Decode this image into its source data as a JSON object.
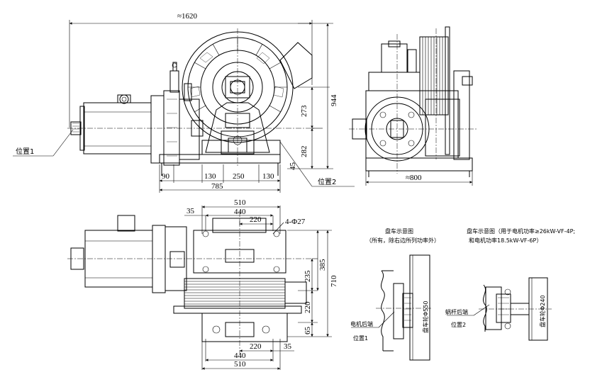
{
  "top_front": {
    "overall_width": "≈1620",
    "height_total": "944",
    "height_axis": "273",
    "height_base": "282",
    "base_45": "45",
    "dim_90": "90",
    "dim_130_left": "130",
    "dim_250": "250",
    "dim_130_right": "130",
    "dim_785": "785",
    "pos1": "位置1",
    "pos2": "位置2"
  },
  "top_side": {
    "width": "≈800"
  },
  "plan": {
    "top_510": "510",
    "top_440": "440",
    "top_35": "35",
    "top_220": "220",
    "holes": "4-Φ27",
    "right_385": "385",
    "right_235": "235",
    "right_710": "710",
    "right_220": "220",
    "right_65": "65",
    "bot_220": "220",
    "bot_35": "35",
    "bot_440": "440",
    "bot_510": "510"
  },
  "detail1": {
    "title": "盘车示意图",
    "subtitle": "（所有，除右边所列功率外）",
    "handwheel": "盘车轮Φ550",
    "motor_end": "电机后端",
    "pos": "位置1"
  },
  "detail2": {
    "title": "盘车示意图（用于电机功率≥26kW-VF-4P;",
    "title2": "和电机功率18.5kW-VF-6P）",
    "handwheel": "盘车轮Φ240",
    "worm_end": "蜗杆后端",
    "pos": "位置2"
  }
}
